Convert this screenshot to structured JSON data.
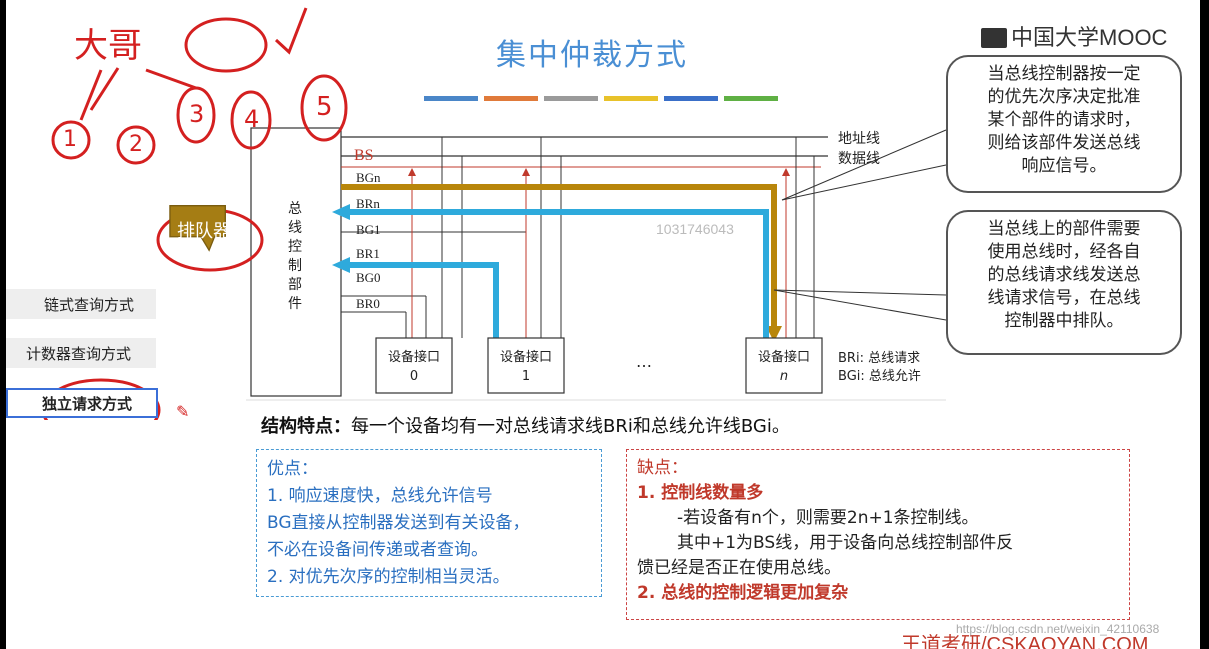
{
  "header": {
    "title": "集中仲裁方式",
    "logo_text": "中国大学MOOC"
  },
  "color_bar": [
    "#4a86c8",
    "#e07a3a",
    "#9a9a9a",
    "#e8c22a",
    "#3a6fc8",
    "#5fb044"
  ],
  "diagram": {
    "controller_label": "总线控制部件",
    "addr_line": "地址线",
    "data_line": "数据线",
    "signals": {
      "bs": "BS",
      "bgn": "BGn",
      "brn": "BRn",
      "bg1": "BG1",
      "br1": "BR1",
      "bg0": "BG0",
      "br0": "BR0"
    },
    "devices": [
      {
        "label": "设备接口",
        "index": "0"
      },
      {
        "label": "设备接口",
        "index": "1"
      },
      {
        "label": "设备接口",
        "index": "n"
      }
    ],
    "ellipsis": "…",
    "legend_br": "BRi: 总线请求",
    "legend_bg": "BGi: 总线允许"
  },
  "queue_label": "排队器",
  "watermark": "1031746043",
  "callouts": {
    "top": [
      "当总线控制器按一定",
      "的优先次序决定批准",
      "某个部件的请求时，",
      "则给该部件发送总线",
      "响应信号。"
    ],
    "bottom": [
      "当总线上的部件需要",
      "使用总线时，经各自",
      "的总线请求线发送总",
      "线请求信号，在总线",
      "控制器中排队。"
    ]
  },
  "sidebar": {
    "items": [
      {
        "label": "链式查询方式"
      },
      {
        "label": "计数器查询方式"
      },
      {
        "label": "独立请求方式"
      }
    ]
  },
  "feature": {
    "heading": "结构特点：",
    "text": "每一个设备均有一对总线请求线BRi和总线允许线BGi。"
  },
  "pros": {
    "title": "优点：",
    "lines": [
      "1.  响应速度快，总线允许信号",
      "BG直接从控制器发送到有关设备，",
      "不必在设备间传递或者查询。",
      "2.  对优先次序的控制相当灵活。"
    ]
  },
  "cons": {
    "title": "缺点：",
    "item1": "1.  控制线数量多",
    "sub1": "-若设备有n个，则需要2n+1条控制线。",
    "sub2": "其中+1为BS线，用于设备向总线控制部件反",
    "sub3": "馈已经是否正在使用总线。",
    "item2": "2.  总线的控制逻辑更加复杂"
  },
  "annotations": {
    "big_brother": "大哥",
    "ranks": [
      "1",
      "2",
      "3",
      "4",
      "5"
    ]
  },
  "footer": {
    "brand": "王道考研/CSKAOYAN.COM",
    "url_watermark": "https://blog.csdn.net/weixin_42110638"
  }
}
